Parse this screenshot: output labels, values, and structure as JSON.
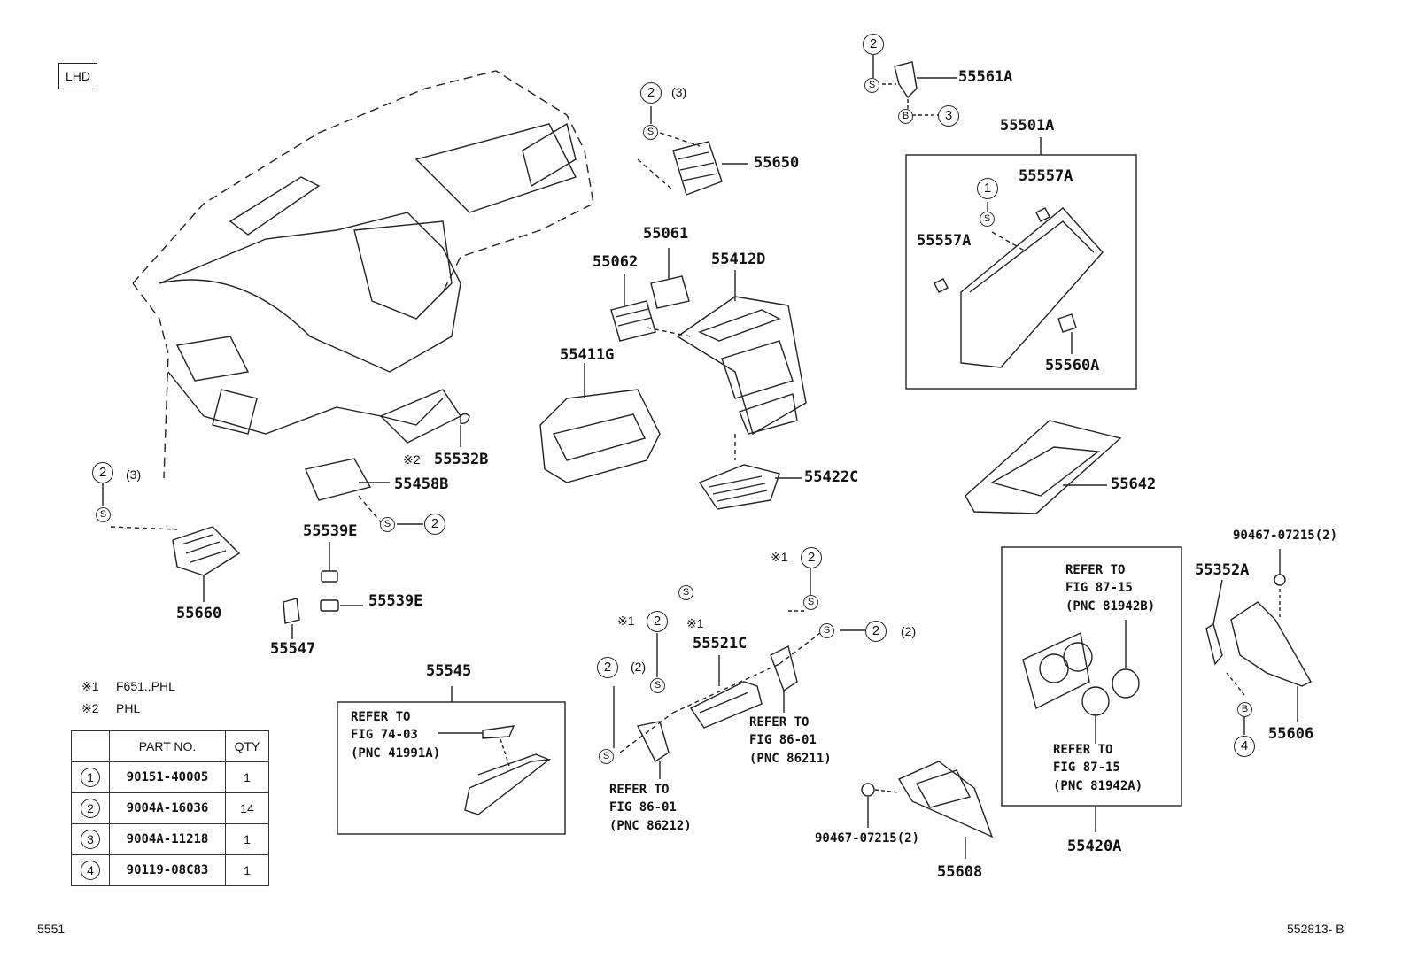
{
  "region_tag": "LHD",
  "parts": {
    "p55561A": "55561A",
    "p55650": "55650",
    "p55501A": "55501A",
    "p55557A_r": "55557A",
    "p55557A_l": "55557A",
    "p55560A": "55560A",
    "p55061": "55061",
    "p55062": "55062",
    "p55412D": "55412D",
    "p55411G": "55411G",
    "p55532B": "55532B",
    "p55458B": "55458B",
    "p55422C": "55422C",
    "p55642": "55642",
    "p55539E_a": "55539E",
    "p55539E_b": "55539E",
    "p55547": "55547",
    "p55660": "55660",
    "p55545": "55545",
    "p55521C": "55521C",
    "p55352A": "55352A",
    "p90467_top": "90467-07215(2)",
    "p55606": "55606",
    "p55608": "55608",
    "p90467_bot": "90467-07215(2)",
    "p55420A": "55420A"
  },
  "mark_2": "※2",
  "mark_1": "※1",
  "qty_3": "(3)",
  "qty_2": "(2)",
  "refs": {
    "r74": "REFER TO\nFIG 74-03\n(PNC 41991A)",
    "r86212": "REFER TO\nFIG 86-01\n(PNC 86212)",
    "r86211": "REFER TO\nFIG 86-01\n(PNC 86211)",
    "r81942B": "REFER TO\nFIG 87-15\n(PNC 81942B)",
    "r81942A": "REFER TO\nFIG 87-15\n(PNC 81942A)"
  },
  "legend": {
    "note1_mark": "※1",
    "note1_text": "F651..PHL",
    "note2_mark": "※2",
    "note2_text": "PHL"
  },
  "table": {
    "header": [
      "",
      "PART NO.",
      "QTY"
    ],
    "rows": [
      {
        "idx": "1",
        "part": "90151-40005",
        "qty": "1"
      },
      {
        "idx": "2",
        "part": "9004A-16036",
        "qty": "14"
      },
      {
        "idx": "3",
        "part": "9004A-11218",
        "qty": "1"
      },
      {
        "idx": "4",
        "part": "90119-08C83",
        "qty": "1"
      }
    ]
  },
  "footer": {
    "left": "5551",
    "right": "552813- B"
  }
}
